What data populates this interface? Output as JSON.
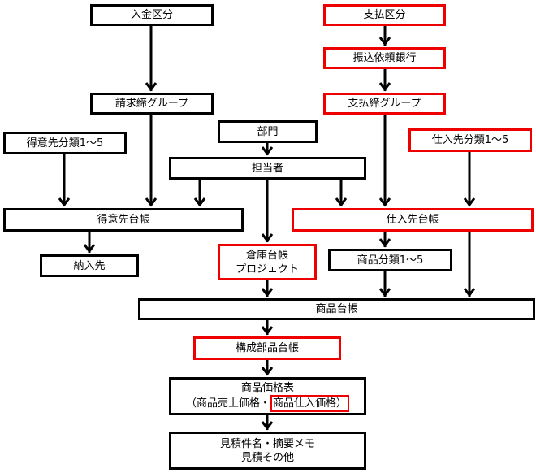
{
  "diagram": {
    "nodes": {
      "nyukin_kubun": {
        "label": "入金区分",
        "highlight": false
      },
      "seikyu_shime_group": {
        "label": "請求締グループ",
        "highlight": false
      },
      "shiharai_kubun": {
        "label": "支払区分",
        "highlight": true
      },
      "furikomi_irai_ginko": {
        "label": "振込依頼銀行",
        "highlight": true
      },
      "shiharai_shime_group": {
        "label": "支払締グループ",
        "highlight": true
      },
      "bumon": {
        "label": "部門",
        "highlight": false
      },
      "tokuisaki_bunrui": {
        "label": "得意先分類1～5",
        "highlight": false
      },
      "shiiresaki_bunrui": {
        "label": "仕入先分類1～5",
        "highlight": true
      },
      "tantosha": {
        "label": "担当者",
        "highlight": false
      },
      "tokuisaki_daicho": {
        "label": "得意先台帳",
        "highlight": false
      },
      "shiiresaki_daicho": {
        "label": "仕入先台帳",
        "highlight": true
      },
      "nonyusaki": {
        "label": "納入先",
        "highlight": false
      },
      "soko_daicho": {
        "line1": "倉庫台帳",
        "line2": "プロジェクト",
        "highlight": true
      },
      "shohin_bunrui": {
        "label": "商品分類1～5",
        "highlight": false
      },
      "shohin_daicho": {
        "label": "商品台帳",
        "highlight": false
      },
      "kosei_buhin_daicho": {
        "label": "構成部品台帳",
        "highlight": true
      },
      "shohin_kakakuhyo": {
        "line1": "商品価格表",
        "line2_prefix": "（商品売上価格・",
        "line2_highlight": "商品仕入価格）",
        "highlight": false
      },
      "mitsumori": {
        "line1": "見積件名・摘要メモ",
        "line2": "見積その他",
        "highlight": false
      }
    },
    "edges": [
      {
        "from": "入金区分",
        "to": "請求締グループ"
      },
      {
        "from": "請求締グループ",
        "to": "得意先台帳"
      },
      {
        "from": "支払区分",
        "to": "振込依頼銀行"
      },
      {
        "from": "振込依頼銀行",
        "to": "支払締グループ"
      },
      {
        "from": "支払締グループ",
        "to": "仕入先台帳"
      },
      {
        "from": "部門",
        "to": "担当者"
      },
      {
        "from": "得意先分類1～5",
        "to": "得意先台帳"
      },
      {
        "from": "仕入先分類1～5",
        "to": "仕入先台帳"
      },
      {
        "from": "担当者",
        "to": "得意先台帳"
      },
      {
        "from": "担当者",
        "to": "仕入先台帳"
      },
      {
        "from": "担当者",
        "to": "倉庫台帳"
      },
      {
        "from": "得意先台帳",
        "to": "納入先"
      },
      {
        "from": "仕入先台帳",
        "to": "商品分類1～5"
      },
      {
        "from": "仕入先台帳",
        "to": "商品台帳"
      },
      {
        "from": "倉庫台帳",
        "to": "商品台帳"
      },
      {
        "from": "商品分類1～5",
        "to": "商品台帳"
      },
      {
        "from": "商品台帳",
        "to": "構成部品台帳"
      },
      {
        "from": "構成部品台帳",
        "to": "商品価格表"
      },
      {
        "from": "商品価格表",
        "to": "見積件名・摘要メモ"
      }
    ],
    "colors": {
      "highlight": "#ee0000",
      "normal": "#000000"
    }
  }
}
